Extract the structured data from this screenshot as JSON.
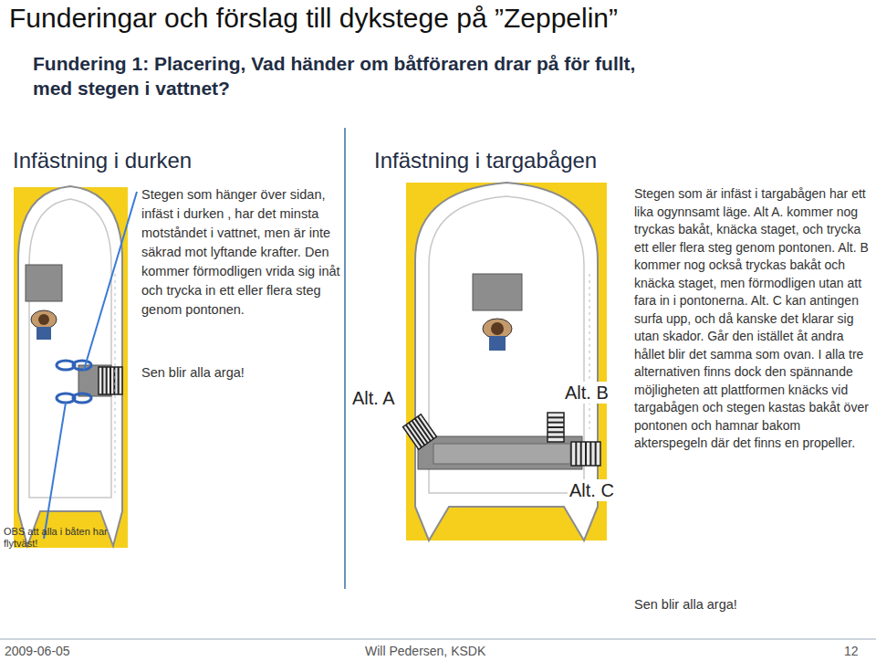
{
  "diagram": {
    "title": "Funderingar och förslag till dykstege på ”Zeppelin”",
    "labels": [
      "Fundering 1: Placering, Vad händer om båtföraren drar på för fullt, med stegen i vattnet?",
      "Infästning i durken",
      "Stegen som hänger över sidan, infäst i durken , har det minsta motståndet i vattnet, men är inte säkrad mot lyftande krafter. Den kommer förmodligen vrida sig inåt och trycka in ett eller flera steg genom pontonen.",
      "Sen blir alla arga!",
      "OBS att alla i båten har flytväst!",
      "Infästning i targabågen",
      "Alt. A",
      "Alt. B",
      "Alt. C",
      "Stegen som är infäst i targabågen har ett lika ogynnsamt läge. Alt A. kommer nog tryckas bakåt, knäcka staget, och trycka ett eller flera steg genom pontonen. Alt. B kommer nog också tryckas bakåt och knäcka staget, men förmodligen utan att fara in i pontonerna. Alt. C kan antingen surfa upp, och då kanske det klarar sig utan skador. Går den istället åt andra hållet blir det samma som ovan. I alla tre alternativen finns dock den spännande möjligheten att plattformen knäcks vid targabågen och stegen kastas bakåt över pontonen och hamnar bakom akterspegeln där det finns en propeller.",
      "Sen blir alla arga!",
      "2009-06-05",
      "Will Pedersen, KSDK",
      "12"
    ]
  }
}
